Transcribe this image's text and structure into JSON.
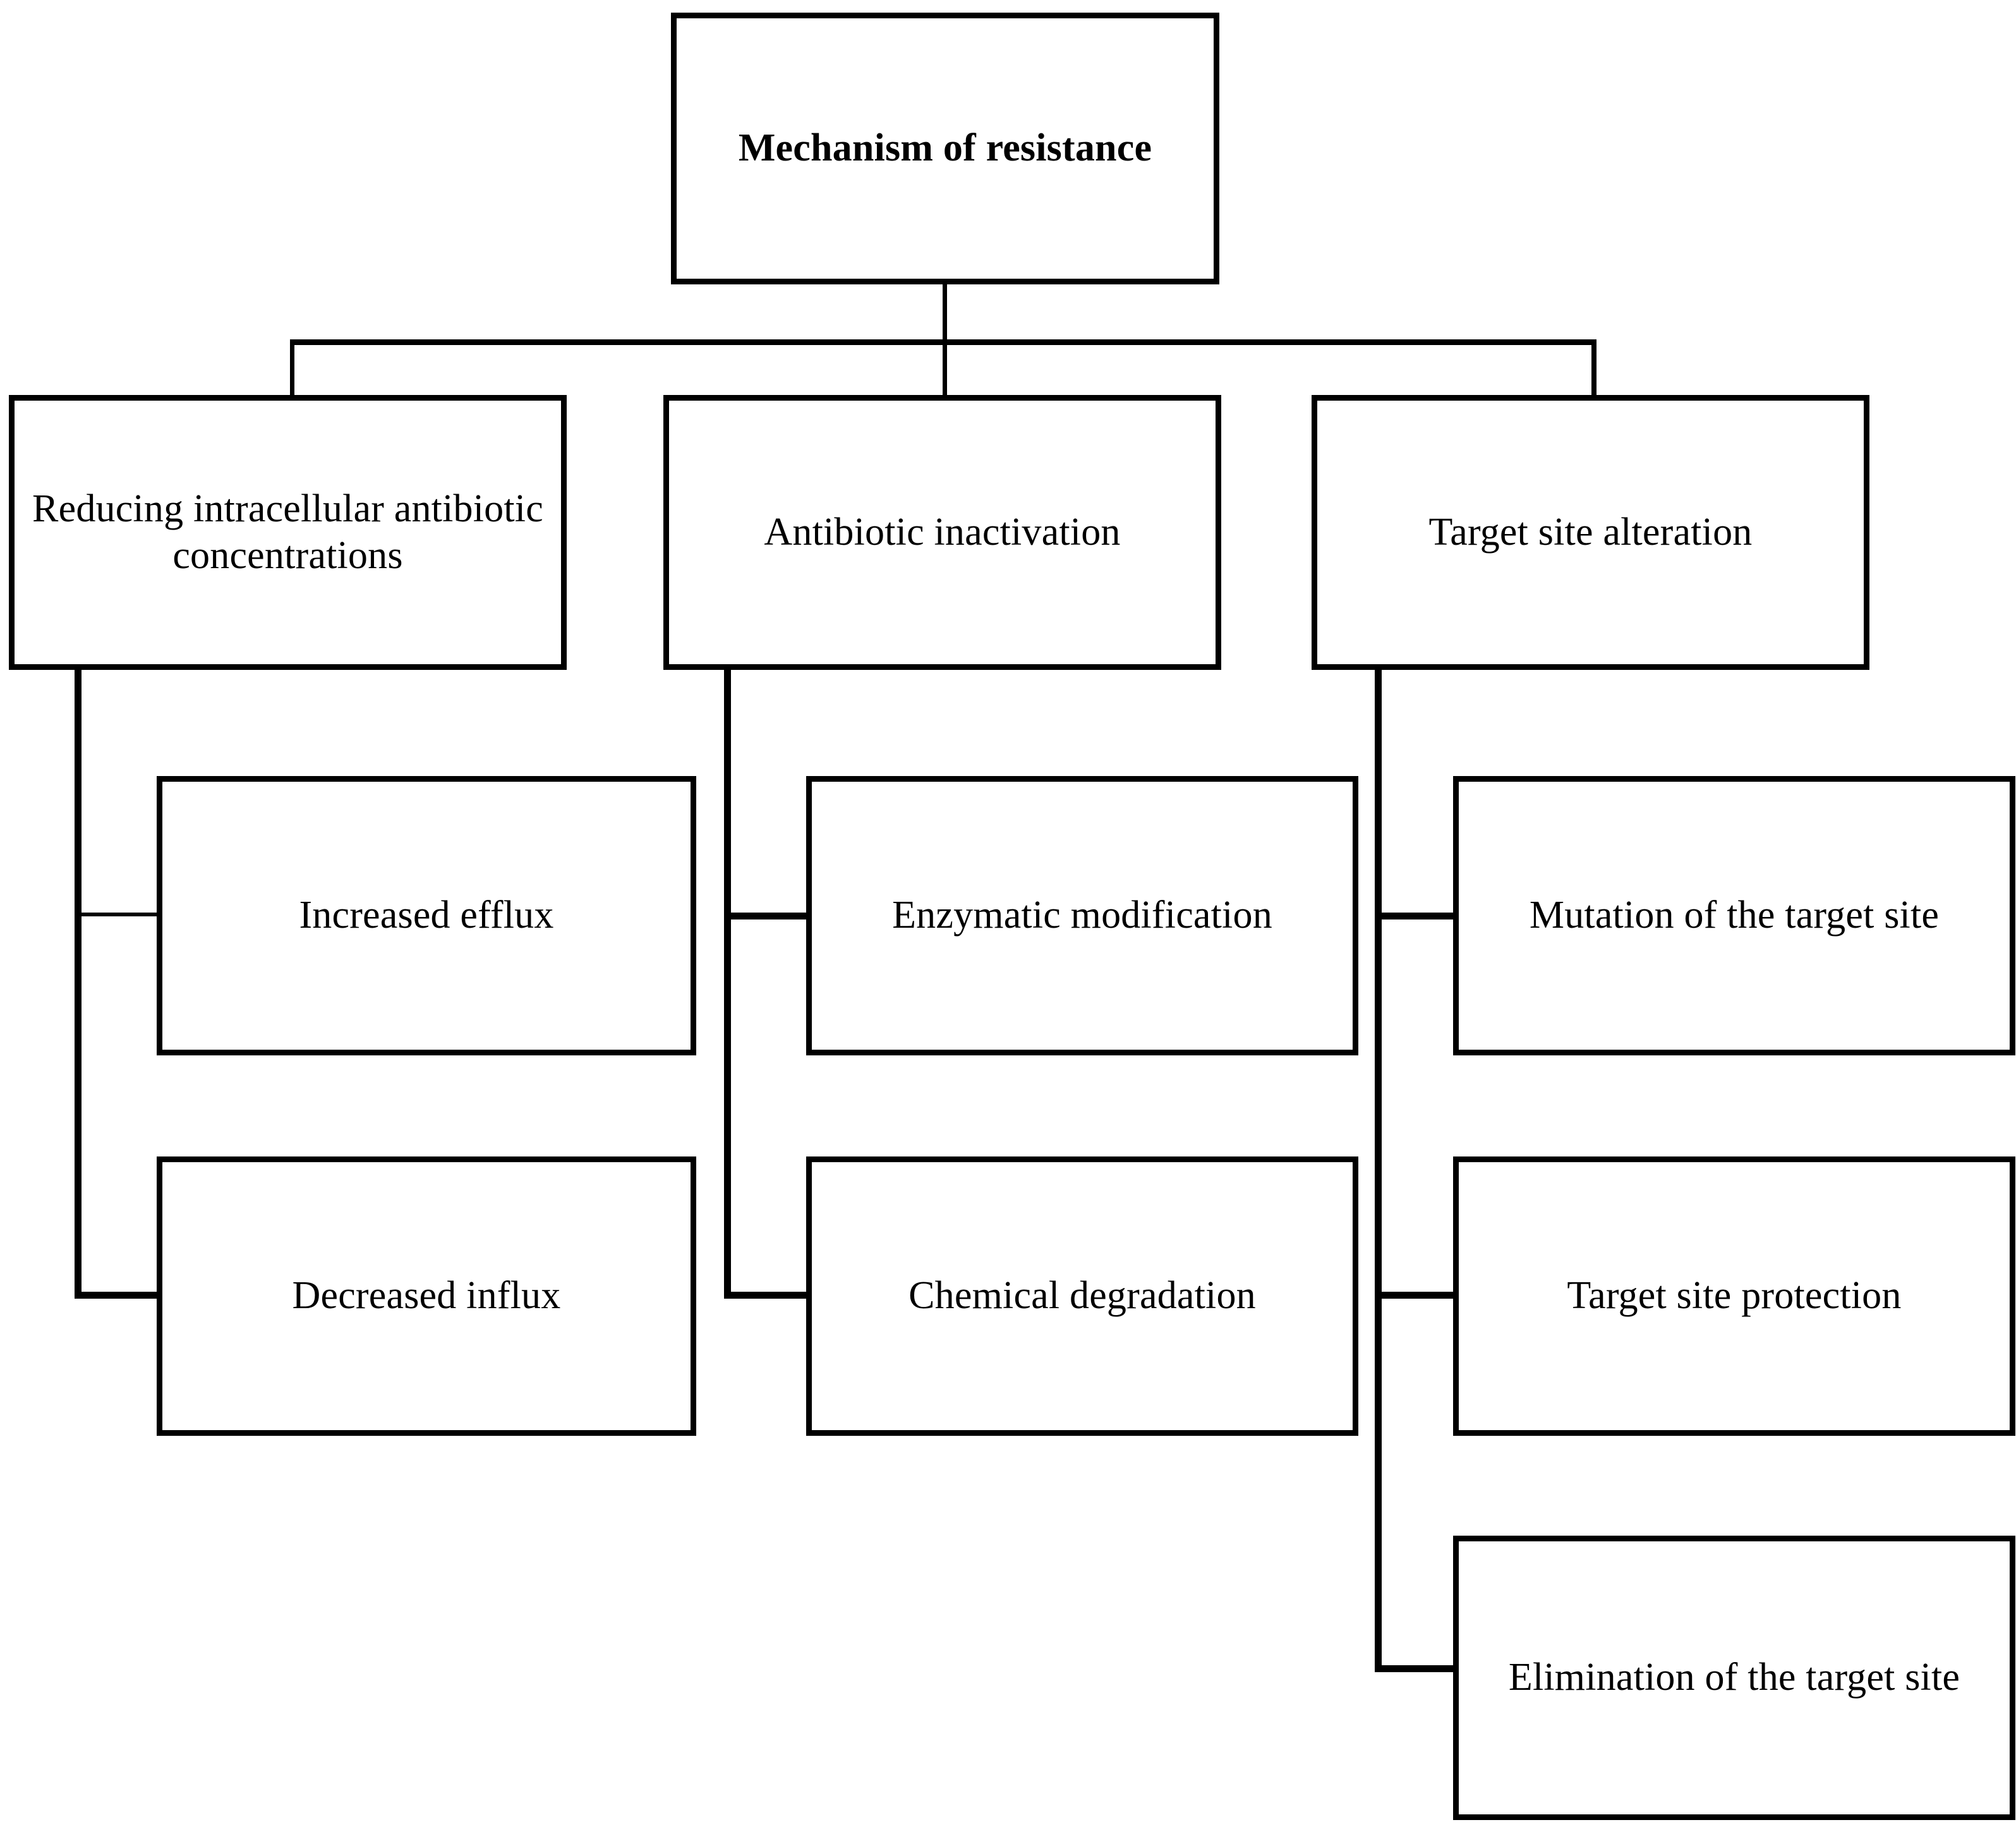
{
  "diagram": {
    "title": "Mechanism of resistance",
    "type": "hierarchy-tree",
    "background_color": "#ffffff",
    "line_color": "#000000",
    "text_color": "#000000",
    "root": {
      "label": "Mechanism of resistance"
    },
    "branches": [
      {
        "label": "Reducing intracellular antibiotic concentrations",
        "children": [
          {
            "label": "Increased efflux"
          },
          {
            "label": "Decreased influx"
          }
        ]
      },
      {
        "label": "Antibiotic inactivation",
        "children": [
          {
            "label": "Enzymatic modification"
          },
          {
            "label": "Chemical degradation"
          }
        ]
      },
      {
        "label": "Target site alteration",
        "children": [
          {
            "label": "Mutation of the target site"
          },
          {
            "label": "Target site protection"
          },
          {
            "label": "Elimination of the target site"
          }
        ]
      }
    ]
  }
}
